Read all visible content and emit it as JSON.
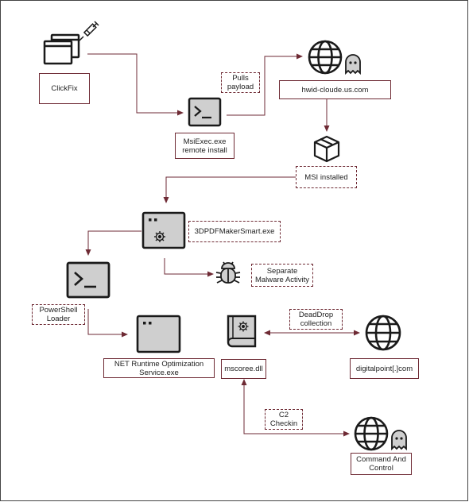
{
  "nodes": {
    "clickfix": "ClickFix",
    "msiexec": "MsiExec.exe\nremote install",
    "hwid": "hwid-cloude.us.com",
    "msi_installed": "MSI installed",
    "pdfmaker": "3DPDFMakerSmart.exe",
    "powershell": "PowerShell\nLoader",
    "separate_malware": "Separate\nMalware Activity",
    "net_runtime": "NET Runtime Optimization\nService.exe",
    "mscoree": "mscoree.dll",
    "digitalpoint": "digitalpoint[.]com",
    "c2": "Command And\nControl"
  },
  "edges": {
    "pulls_payload": "Pulls\npayload",
    "deaddrop": "DeadDrop\ncollection",
    "c2_checkin": "C2\nCheckin"
  },
  "colors": {
    "line": "#6e2a34",
    "icon": "#1a1a1a",
    "icon_fill": "#cfcfcf"
  },
  "icons": [
    "window-stack-icon",
    "syringe-icon",
    "terminal-icon",
    "globe-icon",
    "ghost-icon",
    "package-icon",
    "app-window-icon",
    "virus-gear-icon",
    "bug-icon",
    "book-virus-icon"
  ]
}
